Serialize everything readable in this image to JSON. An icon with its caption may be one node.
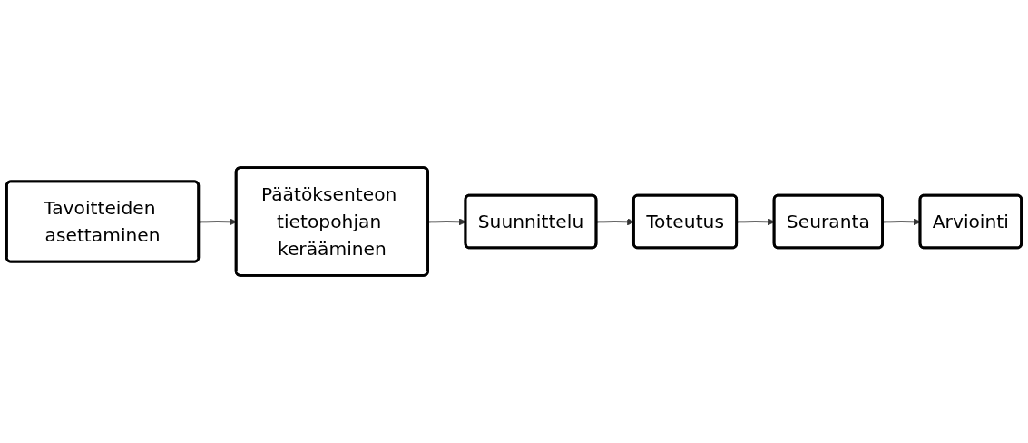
{
  "diagram": {
    "nodes": [
      {
        "text": [
          "Tavoitteiden asettaminen"
        ]
      },
      {
        "text": [
          "Päätöksenteon tietopohjan kerääminen"
        ]
      },
      {
        "text": [
          "Suunnittelu"
        ]
      },
      {
        "text": [
          "Toteutus"
        ]
      },
      {
        "text": [
          "Seuranta"
        ]
      },
      {
        "text": [
          "Arviointi"
        ]
      }
    ],
    "edges": [
      {
        "from": 0,
        "to": 1,
        "arrow": "to"
      },
      {
        "from": 1,
        "to": 2,
        "arrow": "to"
      },
      {
        "from": 2,
        "to": 3,
        "arrow": "to"
      },
      {
        "from": 3,
        "to": 4,
        "arrow": "to"
      },
      {
        "from": 4,
        "to": 5,
        "arrow": "to"
      }
    ]
  }
}
